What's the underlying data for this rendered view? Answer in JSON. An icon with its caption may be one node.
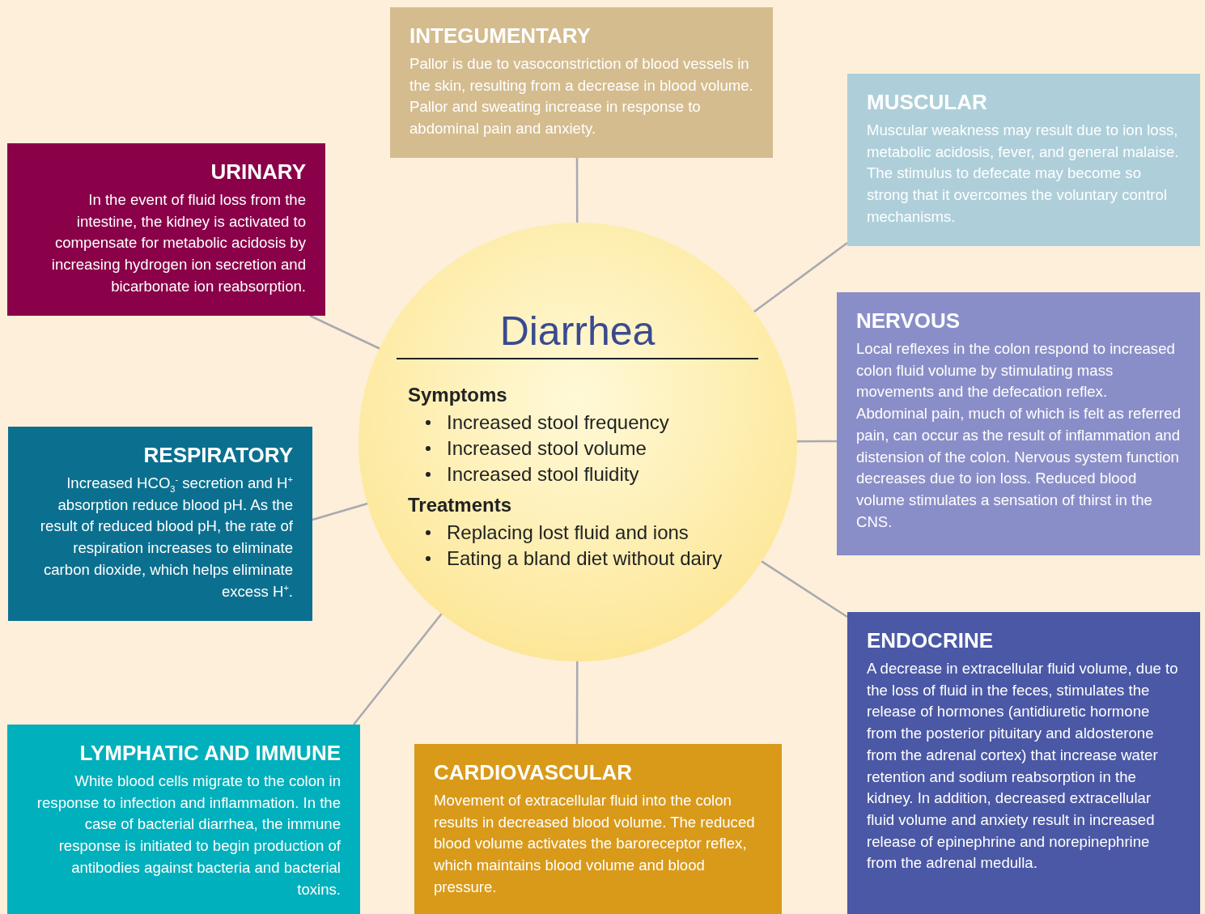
{
  "diagram": {
    "nodes": [
      {
        "text": [
          "Diarrhea",
          "Symptoms",
          "Increased stool frequency",
          "Increased stool volume",
          "Increased stool fluidity",
          "Treatments",
          "Replacing lost fluid and ions",
          "Eating a bland diet without dairy"
        ]
      },
      {
        "text": [
          "INTEGUMENTARY",
          "Pallor is due to vasoconstriction of blood vessels in the skin, resulting from a decrease in blood volume. Pallor and sweating increase in response to abdominal pain and anxiety."
        ]
      },
      {
        "text": [
          "MUSCULAR",
          "Muscular weakness may result due to ion loss, metabolic acidosis, fever, and general malaise. The stimulus to defecate may become so strong that it overcomes the voluntary control mechanisms."
        ]
      },
      {
        "text": [
          "URINARY",
          "In the event of fluid loss from the intestine, the kidney is activated to compensate for metabolic acidosis by increasing hydrogen ion secretion and bicarbonate ion reabsorption."
        ]
      },
      {
        "text": [
          "NERVOUS",
          "Local reflexes in the colon respond to increased colon fluid volume by stimulating mass movements and the defecation reflex. Abdominal pain, much of which is felt as referred pain, can occur as the result of inflammation and distension of the colon. Nervous system function decreases due to ion loss. Reduced blood volume stimulates a sensation of thirst in the CNS."
        ]
      },
      {
        "text": [
          "RESPIRATORY",
          "Increased HCO$_{3}$$^{-}$ secretion and H$^{+}$ absorption reduce blood pH. As the result of reduced blood pH, the rate of respiration increases to eliminate carbon dioxide, which helps eliminate excess H$^{+}$."
        ]
      },
      {
        "text": [
          "ENDOCRINE",
          "A decrease in extracellular fluid volume, due to the loss of fluid in the feces, stimulates the release of hormones (antidiuretic hormone from the posterior pituitary and aldosterone from the adrenal cortex) that increase water retention and sodium reabsorption in the kidney. In addition, decreased extracellular fluid volume and anxiety result in increased release of epinephrine and norepinephrine from the adrenal medulla."
        ]
      },
      {
        "text": [
          "LYMPHATIC AND IMMUNE",
          "White blood cells migrate to the colon in response to infection and inflammation. In the case of bacterial diarrhea, the immune response is initiated to begin production of antibodies against bacteria and bacterial toxins."
        ]
      },
      {
        "text": [
          "CARDIOVASCULAR",
          "Movement of extracellular fluid into the colon results in decreased blood volume. The reduced blood volume activates the baroreceptor reflex, which maintains blood volume and blood pressure."
        ]
      }
    ],
    "edges": [
      {
        "from": 0,
        "to": 1,
        "arrow": "none"
      },
      {
        "from": 0,
        "to": 2,
        "arrow": "none"
      },
      {
        "from": 0,
        "to": 3,
        "arrow": "none"
      },
      {
        "from": 0,
        "to": 4,
        "arrow": "none"
      },
      {
        "from": 0,
        "to": 5,
        "arrow": "none"
      },
      {
        "from": 0,
        "to": 6,
        "arrow": "none"
      },
      {
        "from": 0,
        "to": 7,
        "arrow": "none"
      },
      {
        "from": 0,
        "to": 8,
        "arrow": "none"
      }
    ]
  }
}
